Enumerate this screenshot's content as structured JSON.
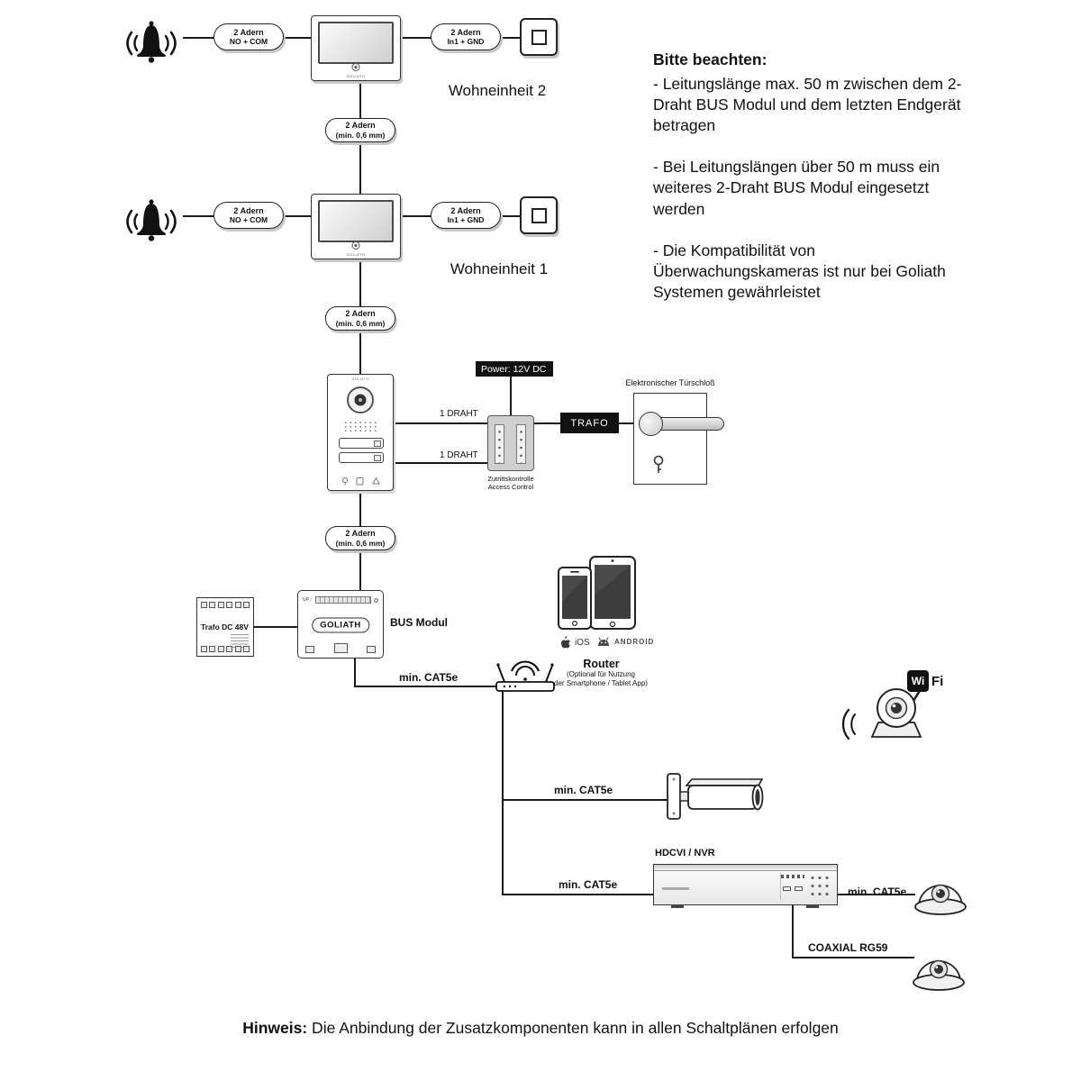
{
  "notes": {
    "title": "Bitte beachten:",
    "p1": "- Leitungslänge max. 50 m zwischen dem 2-Draht BUS Modul und dem letzten Endgerät betragen",
    "p2": "- Bei Leitungslängen über 50 m muss ein weiteres 2-Draht BUS Modul eingesetzt werden",
    "p3": "- Die Kompatibilität von Überwachungskameras ist nur bei Goliath Systemen gewährleistet"
  },
  "units": {
    "unit2": "Wohneinheit 2",
    "unit1": "Wohneinheit 1"
  },
  "pills": {
    "no_com": {
      "l1": "2 Adern",
      "l2": "NO + COM"
    },
    "in1_gnd": {
      "l1": "2 Adern",
      "l2": "In1 + GND"
    },
    "min06": {
      "l1": "2 Adern",
      "l2": "(min. 0,6 mm)"
    }
  },
  "labels": {
    "power": "Power: 12V DC",
    "draht": "1 DRAHT",
    "trafo": "TRAFO",
    "door_lock": "Elektronischer Türschloß",
    "access1": "Zutrittskontrolle",
    "access2": "Access Control",
    "trafo_dc": "Trafo DC 48V",
    "bus_modul": "BUS Modul",
    "goliath": "GOLIATH",
    "up": "UP ↑",
    "router": "Router",
    "router_sub1": "(Optional für Nutzung",
    "router_sub2": "der Smartphone / Tablet App)",
    "ios": "iOS",
    "android": "ANDROID",
    "cat5e": "min. CAT5e",
    "hdcvi": "HDCVI / NVR",
    "coaxial": "COAXIAL RG59",
    "wi": "Wi",
    "fi": "Fi"
  },
  "footer": {
    "bold": "Hinweis:",
    "rest": " Die Anbindung der Zusatzkomponenten kann in allen Schaltplänen erfolgen"
  },
  "colors": {
    "line": "#1a1a1a",
    "box_black": "#111111",
    "shadow": "#c9c9c9"
  }
}
